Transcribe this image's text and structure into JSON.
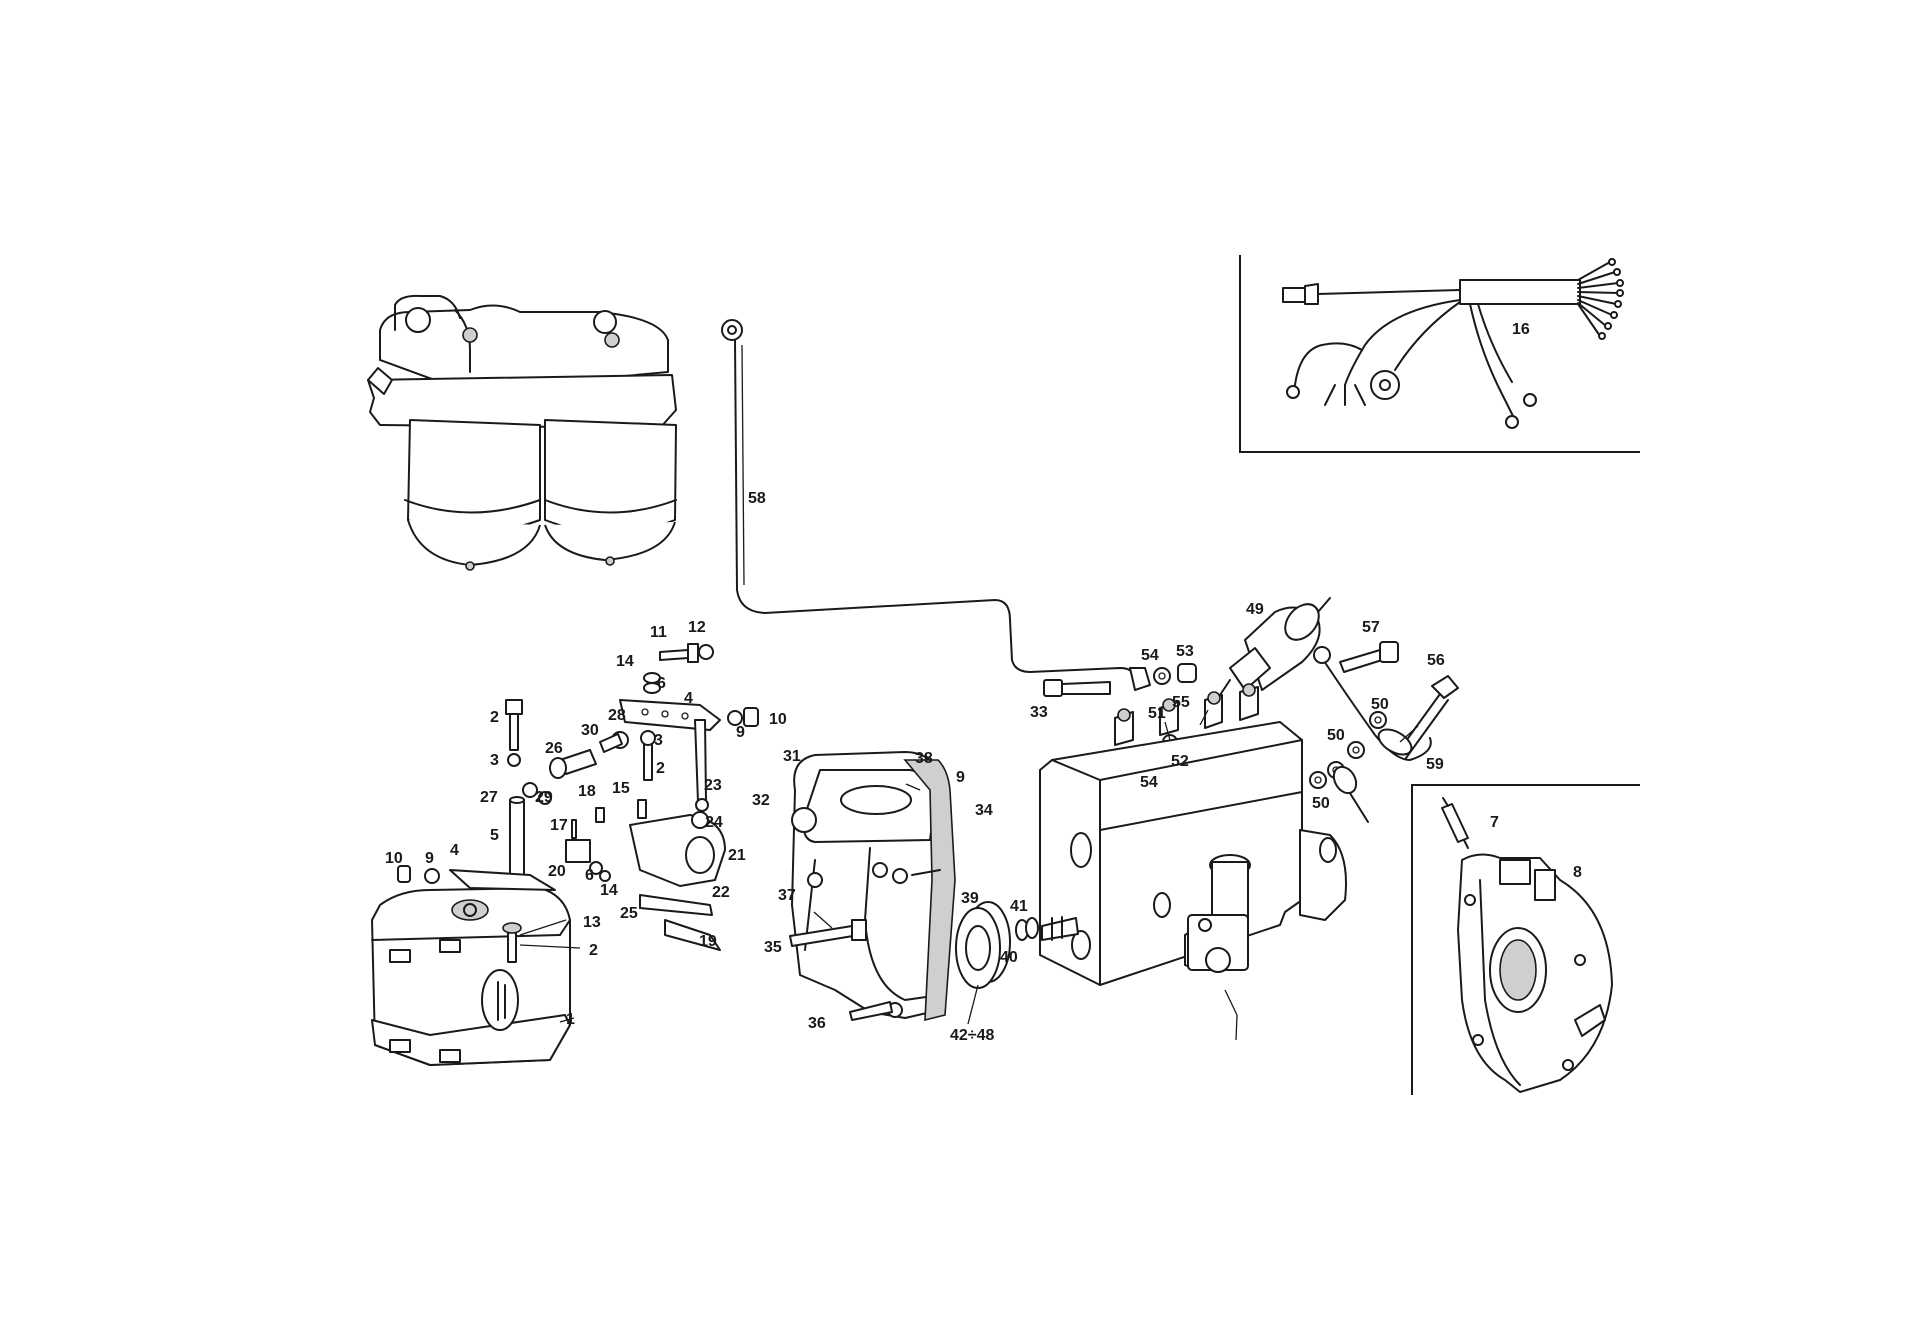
{
  "diagram": {
    "callouts": [
      "58",
      "49",
      "57",
      "56",
      "54",
      "53",
      "33",
      "51",
      "55",
      "52",
      "50",
      "59",
      "11",
      "12",
      "14",
      "6",
      "4",
      "10",
      "9",
      "2",
      "3",
      "30",
      "28",
      "26",
      "29",
      "27",
      "23",
      "18",
      "15",
      "17",
      "24",
      "21",
      "20",
      "22",
      "25",
      "19",
      "5",
      "13",
      "1",
      "31",
      "38",
      "32",
      "34",
      "37",
      "39",
      "41",
      "40",
      "35",
      "36",
      "42÷48",
      "16",
      "7",
      "8"
    ]
  }
}
